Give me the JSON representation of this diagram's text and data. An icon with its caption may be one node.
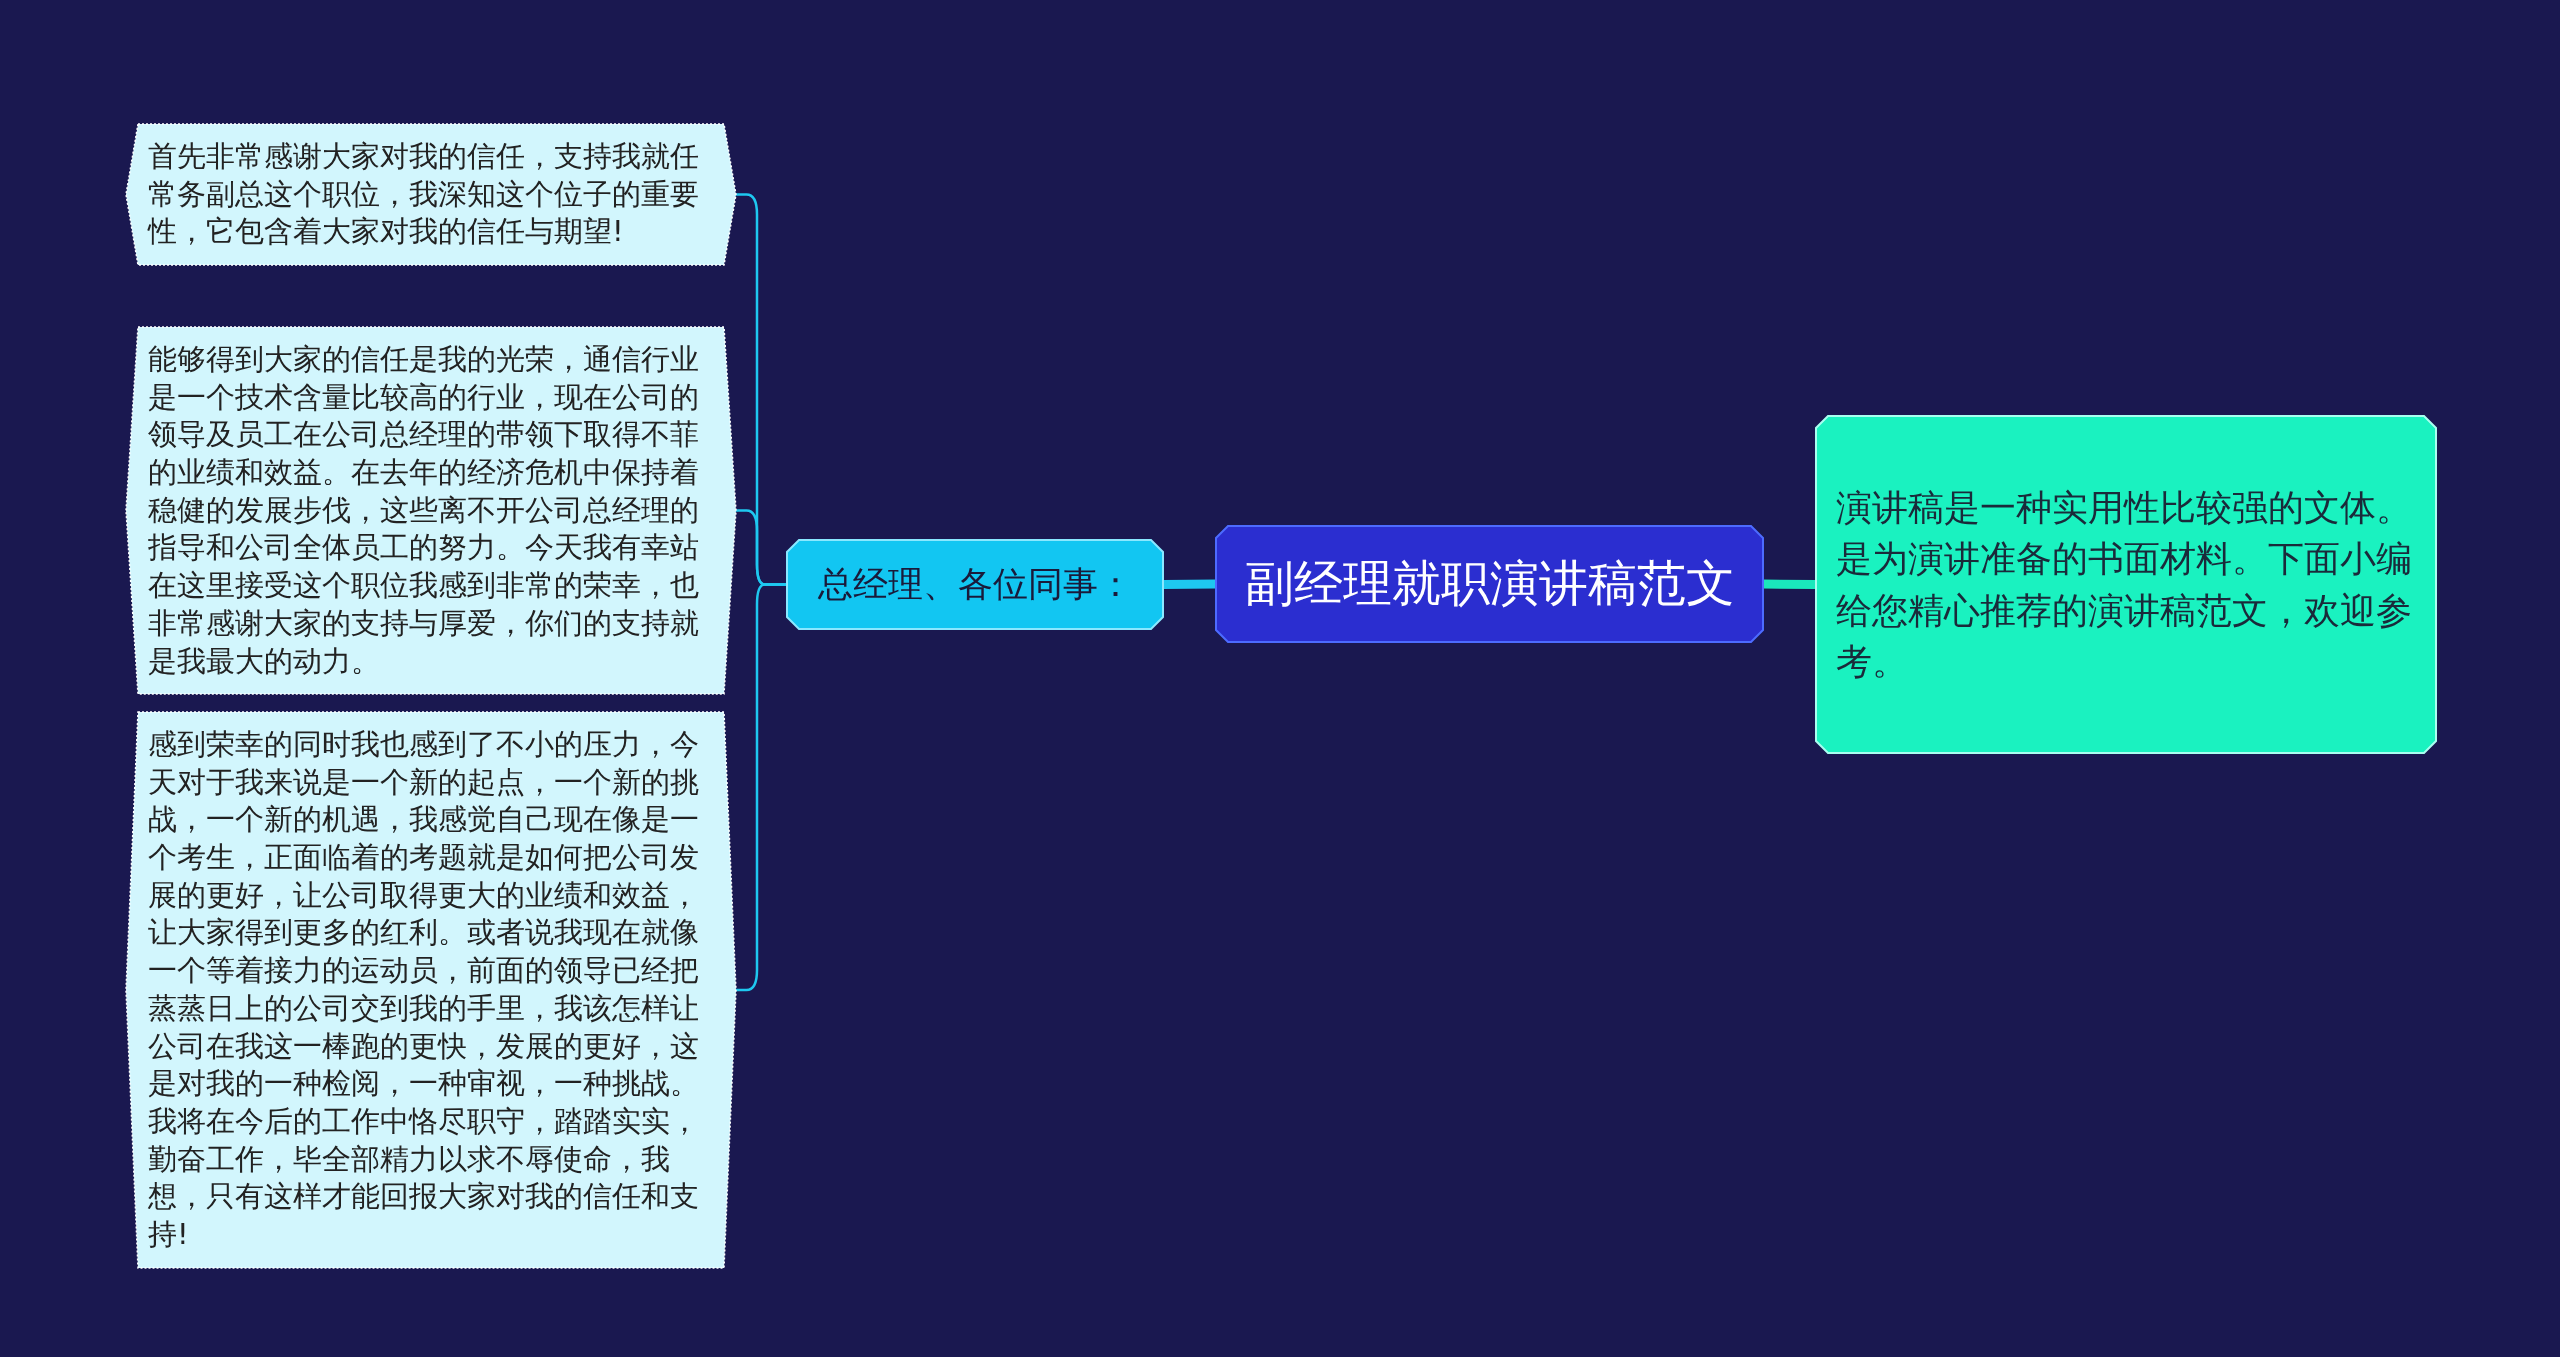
{
  "diagram": {
    "nodes": [
      {
        "text": [
          "副经理就职演讲稿范文"
        ]
      },
      {
        "text": [
          "总经理、各位同事："
        ]
      },
      {
        "text": [
          "首先非常感谢大家对我的信任，支持我就任常务副总这个职位，我深知这个位子的重要性，它包含着大家对我的信任与期望!"
        ]
      },
      {
        "text": [
          "能够得到大家的信任是我的光荣，通信行业是一个技术含量比较高的行业，现在公司的领导及员工在公司总经理的带领下取得不菲的业绩和效益。在去年的经济危机中保持着稳健的发展步伐，这些离不开公司总经理的指导和公司全体员工的努力。今天我有幸站在这里接受这个职位我感到非常的荣幸，也非常感谢大家的支持与厚爱，你们的支持就是我最大的动力。"
        ]
      },
      {
        "text": [
          "感到荣幸的同时我也感到了不小的压力，今天对于我来说是一个新的起点，一个新的挑战，一个新的机遇，我感觉自己现在像是一个考生，正面临着的考题就是如何把公司发展的更好，让公司取得更大的业绩和效益，让大家得到更多的红利。或者说我现在就像一个等着接力的运动员，前面的领导已经把蒸蒸日上的公司交到我的手里，我该怎样让公司在我这一棒跑的更快，发展的更好，这是对我的一种检阅，一种审视，一种挑战。我将在今后的工作中恪尽职守，踏踏实实，勤奋工作，毕全部精力以求不辱使命，我想，只有这样才能回报大家对我的信任和支持!"
        ]
      },
      {
        "text": [
          "演讲稿是一种实用性比较强的文体。是为演讲准备的书面材料。下面小编给您精心推荐的演讲稿范文，欢迎参考。"
        ]
      }
    ],
    "edges": [
      {
        "from": 0,
        "to": 1,
        "arrow": "none",
        "style": "thick"
      },
      {
        "from": 0,
        "to": 5,
        "arrow": "none",
        "style": "thick",
        "color": "#1ae8bc"
      },
      {
        "from": 1,
        "to": 2,
        "arrow": "none"
      },
      {
        "from": 1,
        "to": 3,
        "arrow": "none"
      },
      {
        "from": 1,
        "to": 4,
        "arrow": "none"
      }
    ]
  }
}
